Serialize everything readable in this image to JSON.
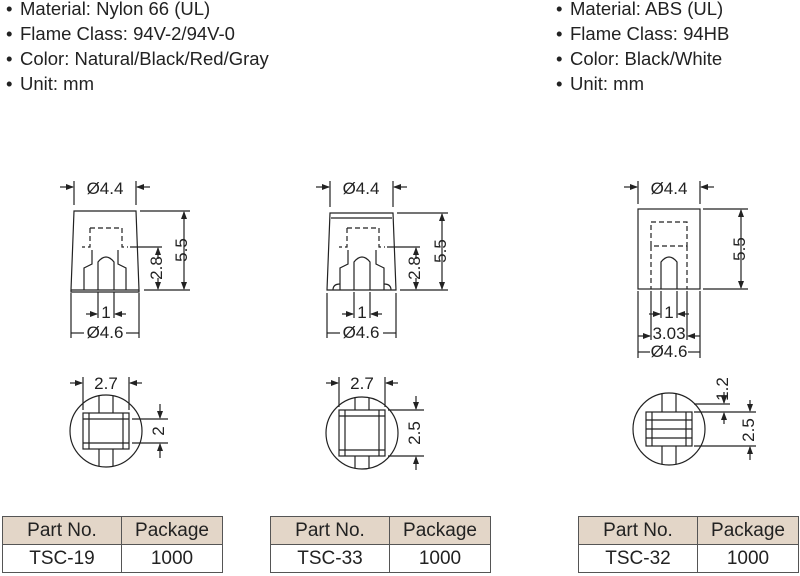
{
  "specs_left": [
    "Material: Nylon 66 (UL)",
    "Flame Class: 94V-2/94V-0",
    "Color: Natural/Black/Red/Gray",
    "Unit: mm"
  ],
  "specs_right": [
    "Material: ABS (UL)",
    "Flame Class: 94HB",
    "Color: Black/White",
    "Unit: mm"
  ],
  "bullet": "•",
  "drawings": [
    {
      "top_diameter": "Ø4.4",
      "height": "5.5",
      "slot_depth": "2.8",
      "slot_width": "1",
      "bottom_diameter": "Ø4.6",
      "hole_width": "2.7",
      "hole_height": "2"
    },
    {
      "top_diameter": "Ø4.4",
      "height": "5.5",
      "slot_depth": "2.8",
      "slot_width": "1",
      "bottom_diameter": "Ø4.6",
      "hole_width": "2.7",
      "hole_height": "2.5"
    },
    {
      "top_diameter": "Ø4.4",
      "height": "5.5",
      "slot_width": "1",
      "inner_width": "3.03",
      "bottom_diameter": "Ø4.6",
      "top_gap": "1.2",
      "hole_height": "2.5"
    }
  ],
  "tables": [
    {
      "headers": [
        "Part No.",
        "Package"
      ],
      "part_no": "TSC-19",
      "package": "1000"
    },
    {
      "headers": [
        "Part No.",
        "Package"
      ],
      "part_no": "TSC-33",
      "package": "1000"
    },
    {
      "headers": [
        "Part No.",
        "Package"
      ],
      "part_no": "TSC-32",
      "package": "1000"
    }
  ]
}
